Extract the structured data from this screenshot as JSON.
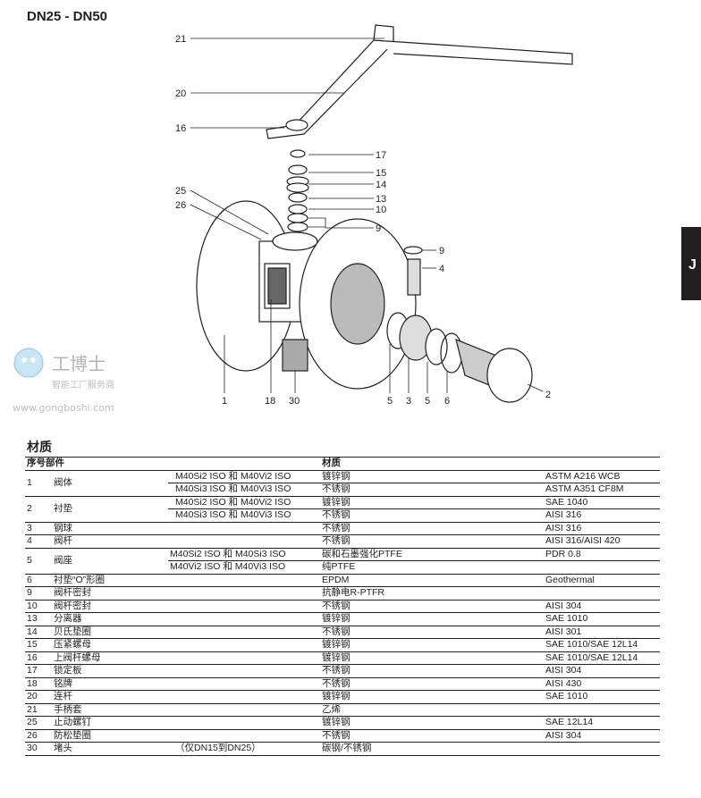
{
  "title": "DN25 - DN50",
  "side_tab": "J",
  "diagram": {
    "callouts": [
      "21",
      "20",
      "16",
      "17",
      "15",
      "14",
      "13",
      "10",
      "9",
      "25",
      "26",
      "9",
      "4",
      "1",
      "18",
      "30",
      "5",
      "3",
      "5",
      "6",
      "2"
    ]
  },
  "materials": {
    "heading": "材质",
    "headers": {
      "no_part": "序号部件",
      "material": "材质"
    },
    "rows": [
      {
        "no": "1",
        "part": "阀体",
        "sub": [
          {
            "model": "M40Si2 ISO 和 M40Vi2 ISO",
            "material": "镀锌钢",
            "spec": "ASTM A216 WCB"
          },
          {
            "model": "M40Si3 ISO 和 M40Vi3 ISO",
            "material": "不锈钢",
            "spec": "ASTM A351 CF8M"
          }
        ]
      },
      {
        "no": "2",
        "part": "衬垫",
        "sub": [
          {
            "model": "M40Si2 ISO 和 M40Vi2 ISO",
            "material": "镀锌钢",
            "spec": "SAE 1040"
          },
          {
            "model": "M40Si3 ISO 和 M40Vi3 ISO",
            "material": "不锈钢",
            "spec": "AISI 316"
          }
        ]
      },
      {
        "no": "3",
        "part": "钢球",
        "sub": [
          {
            "model": "",
            "material": "不锈钢",
            "spec": "AISI 316"
          }
        ]
      },
      {
        "no": "4",
        "part": "阀杆",
        "sub": [
          {
            "model": "",
            "material": "不锈钢",
            "spec": "AISI 316/AISI 420"
          }
        ]
      },
      {
        "no": "5",
        "part": "阀座",
        "sub": [
          {
            "model": "M40Si2 ISO 和 M40Si3 ISO",
            "material": "碳和石墨强化PTFE",
            "spec": "PDR 0.8"
          },
          {
            "model": "M40Vi2 ISO 和 M40Vi3 ISO",
            "material": "纯PTFE",
            "spec": ""
          }
        ]
      },
      {
        "no": "6",
        "part": "衬垫“O”形圈",
        "sub": [
          {
            "model": "",
            "material": "EPDM",
            "spec": "Geothermal"
          }
        ]
      },
      {
        "no": "9",
        "part": "阀杆密封",
        "sub": [
          {
            "model": "",
            "material": "抗静电R-PTFR",
            "spec": ""
          }
        ]
      },
      {
        "no": "10",
        "part": "阀杆密封",
        "sub": [
          {
            "model": "",
            "material": "不锈钢",
            "spec": "AISI 304"
          }
        ]
      },
      {
        "no": "13",
        "part": "分离器",
        "sub": [
          {
            "model": "",
            "material": "镀锌钢",
            "spec": "SAE 1010"
          }
        ]
      },
      {
        "no": "14",
        "part": "贝氏垫圈",
        "sub": [
          {
            "model": "",
            "material": "不锈钢",
            "spec": "AISI 301"
          }
        ]
      },
      {
        "no": "15",
        "part": "压紧螺母",
        "sub": [
          {
            "model": "",
            "material": "镀锌钢",
            "spec": "SAE 1010/SAE 12L14"
          }
        ]
      },
      {
        "no": "16",
        "part": "上阀杆螺母",
        "sub": [
          {
            "model": "",
            "material": "镀锌钢",
            "spec": "SAE 1010/SAE 12L14"
          }
        ]
      },
      {
        "no": "17",
        "part": "锁定板",
        "sub": [
          {
            "model": "",
            "material": "不锈钢",
            "spec": "AISI 304"
          }
        ]
      },
      {
        "no": "18",
        "part": "铭牌",
        "sub": [
          {
            "model": "",
            "material": "不锈钢",
            "spec": "AISI 430"
          }
        ]
      },
      {
        "no": "20",
        "part": "连杆",
        "sub": [
          {
            "model": "",
            "material": "镀锌钢",
            "spec": "SAE 1010"
          }
        ]
      },
      {
        "no": "21",
        "part": "手柄套",
        "sub": [
          {
            "model": "",
            "material": "乙烯",
            "spec": ""
          }
        ]
      },
      {
        "no": "25",
        "part": "止动螺钉",
        "sub": [
          {
            "model": "",
            "material": "镀锌钢",
            "spec": "SAE 12L14"
          }
        ]
      },
      {
        "no": "26",
        "part": "防松垫圈",
        "sub": [
          {
            "model": "",
            "material": "不锈钢",
            "spec": "AISI 304"
          }
        ]
      },
      {
        "no": "30",
        "part": "堵头",
        "sub": [
          {
            "model": "（仅DN15到DN25）",
            "material": "碳钢/不锈钢",
            "spec": ""
          }
        ]
      }
    ]
  },
  "watermark": {
    "text": "工博士",
    "sub": "智能工厂服务商",
    "url": "www.gongboshi.com"
  }
}
